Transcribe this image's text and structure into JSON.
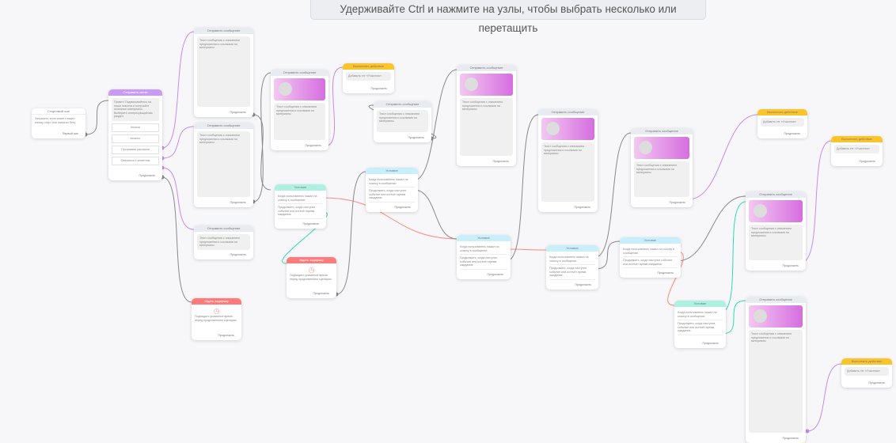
{
  "banner": "Удерживайте Ctrl и нажмите на узлы, чтобы выбрать несколько или перетащить",
  "labels": {
    "continue": "Продолжить",
    "first_step": "Первый шаг",
    "message": "Отправить сообщение",
    "condition": "Условие",
    "delay": "Ждать задержку",
    "action": "Выполнить действие",
    "start": "Стартовый шаг",
    "menu": "Отправить меню"
  },
  "start": {
    "text": "Запускать, если клиент нажал кнопку старт или написал боту"
  },
  "menu": {
    "text": "Привет! Подписывайтесь на наши новости и получайте полезные материалы. Выберите интересующий вас раздел.",
    "buttons_label": "Кнопки",
    "buttons": [
      "Каталог",
      "Программа рассылки",
      "Связаться с клиентом"
    ]
  },
  "msg_text": "Текст сообщения с описанием предложения и ссылками на материалы",
  "cond_text": "Когда пользователь нажал на ссылку в сообщении",
  "cond_text2": "Продолжить, когда наступит событие или истечёт время ожидания",
  "delay_text": "Подождать указанное время перед продолжением сценария",
  "action_text": "Добавить тег «Участник»",
  "colors": {
    "purple": "#c99af7",
    "teal": "#2fd9b5",
    "red": "#ff6b5b",
    "gray": "#888888"
  }
}
